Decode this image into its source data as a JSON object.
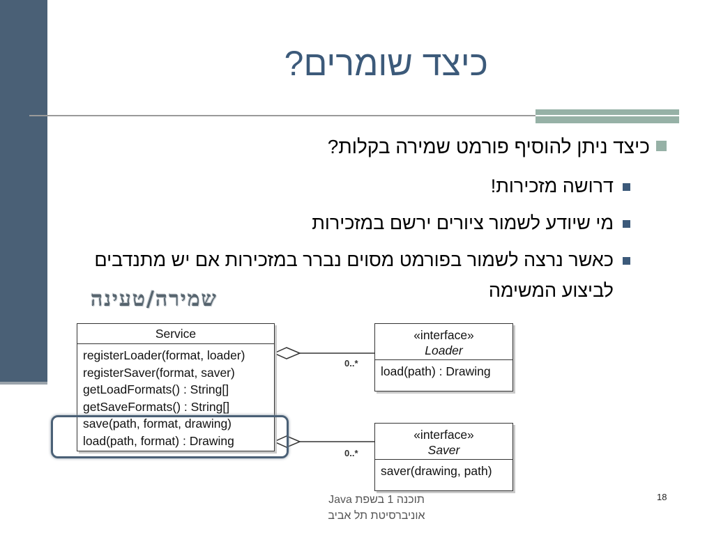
{
  "slide": {
    "title": "כיצד שומרים?",
    "bullets": [
      {
        "level": 1,
        "text": "כיצד ניתן להוסיף פורמט שמירה בקלות?"
      },
      {
        "level": 2,
        "text": "דרושה מזכירות!"
      },
      {
        "level": 2,
        "text": "מי שיודע לשמור ציורים ירשם במזכירות"
      },
      {
        "level": 2,
        "text": "כאשר נרצה לשמור בפורמט מסוים נברר במזכירות אם יש מתנדבים לביצוע המשימה"
      }
    ],
    "stamp_label": "שמירה/טעינה",
    "footer_line1": "תוכנה 1 בשפת Java",
    "footer_line2": "אוניברסיטת תל אביב",
    "page_number": "18"
  },
  "uml": {
    "service": {
      "name": "Service",
      "methods": [
        "registerLoader(format, loader)",
        "registerSaver(format, saver)",
        "getLoadFormats() : String[]",
        "getSaveFormats() : String[]",
        "save(path, format, drawing)",
        "load(path, format) : Drawing"
      ]
    },
    "loader": {
      "stereotype": "«interface»",
      "name": "Loader",
      "method": "load(path) : Drawing"
    },
    "saver": {
      "stereotype": "«interface»",
      "name": "Saver",
      "method": "saver(drawing, path)"
    },
    "multiplicity_loader": "0..*",
    "multiplicity_saver": "0..*"
  },
  "colors": {
    "sidebar": "#4a6076",
    "title": "#3c5a7a",
    "accent": "#96b1a6"
  }
}
